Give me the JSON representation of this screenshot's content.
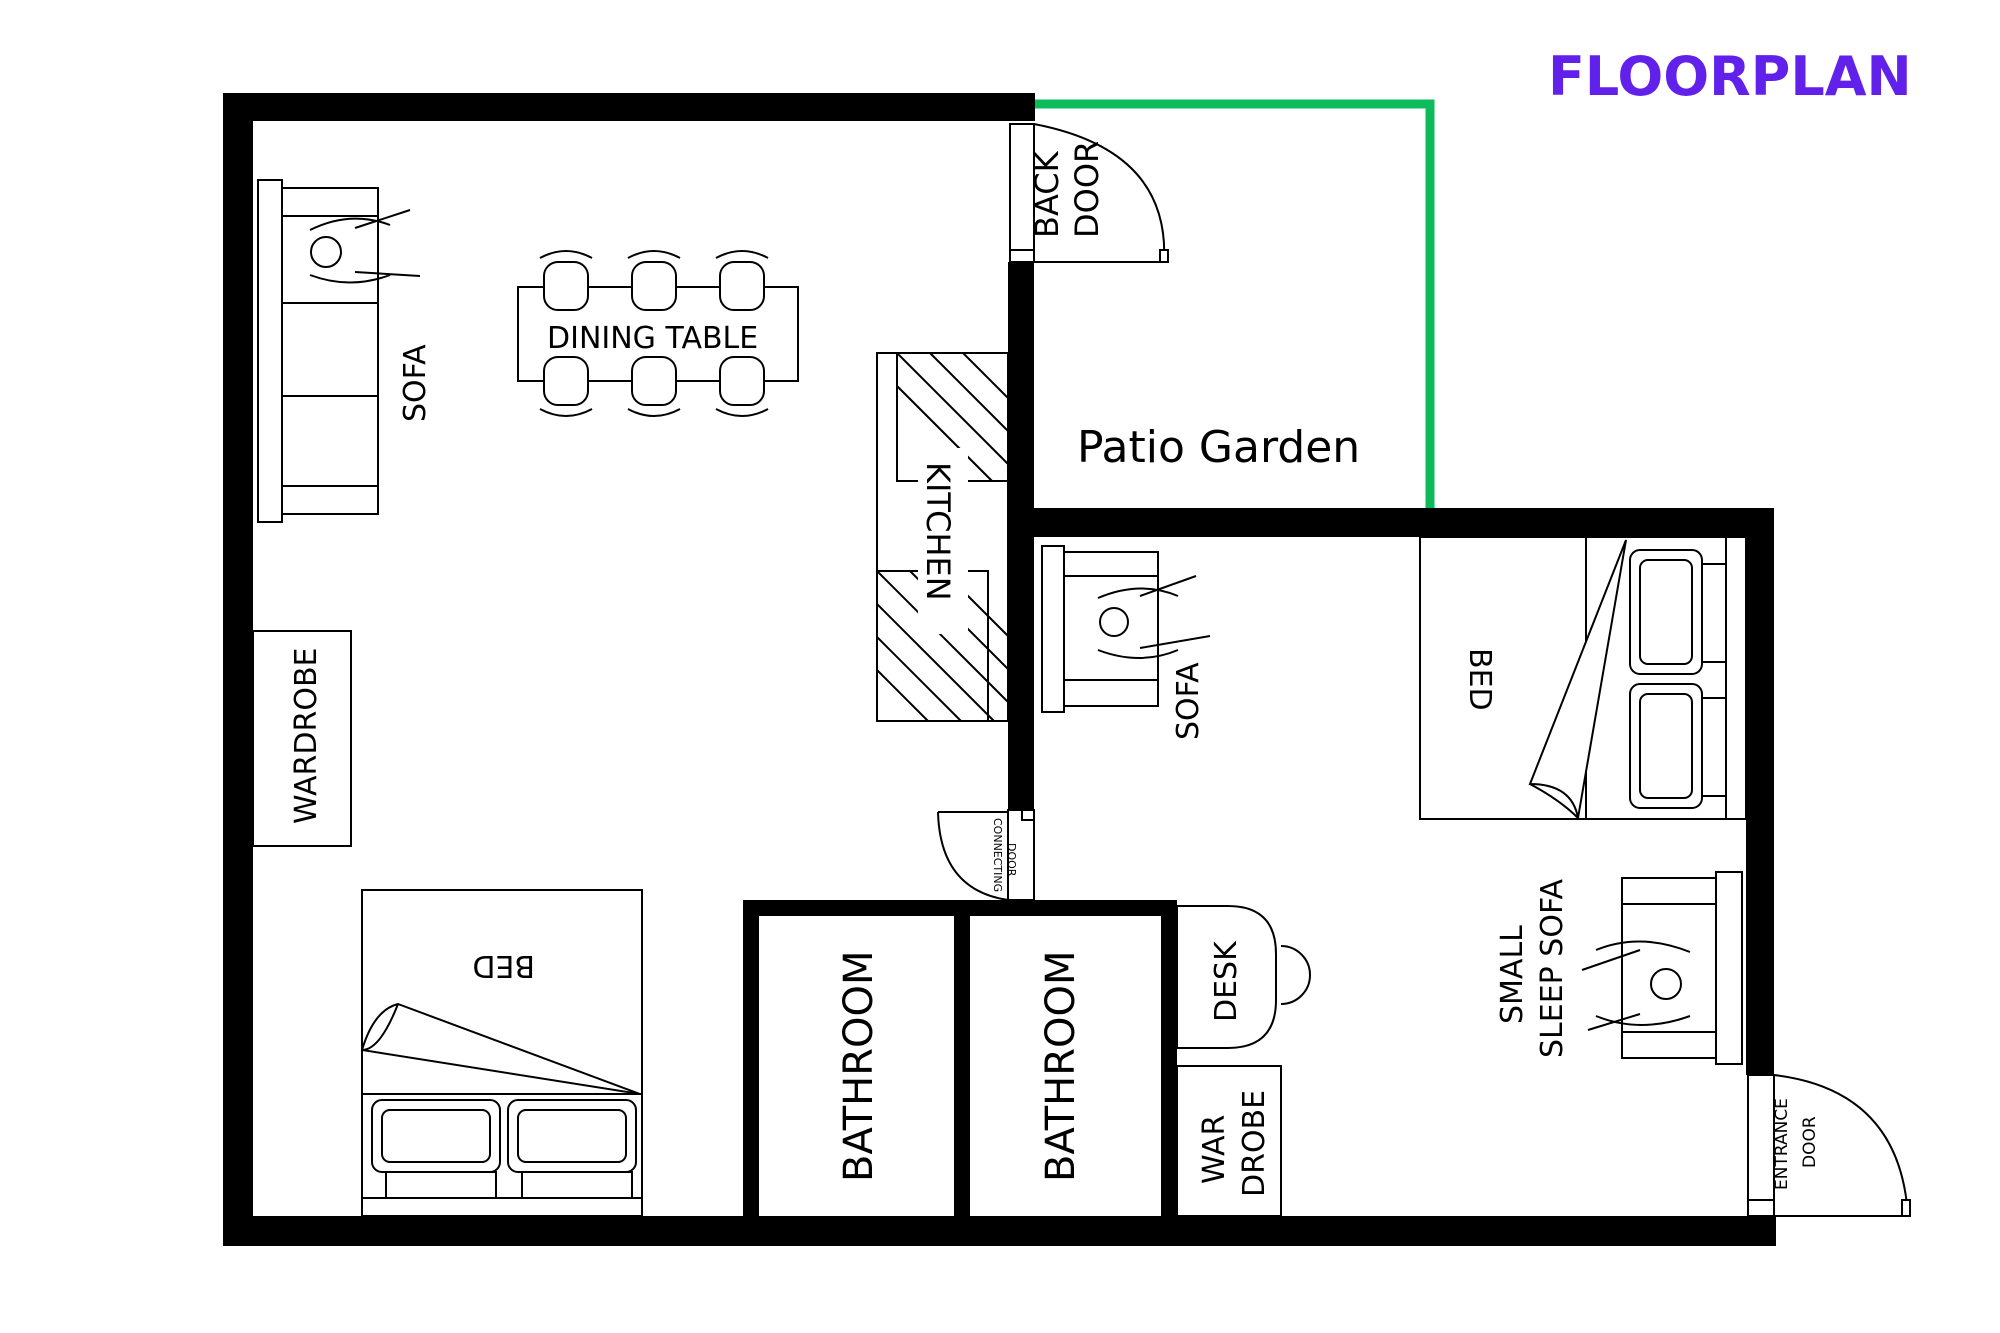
{
  "title": "FLOORPLAN",
  "colors": {
    "title": "#6221ea",
    "garden": "#0dbb5a",
    "walls": "#000000",
    "background": "#ffffff"
  },
  "garden": {
    "label": "Patio Garden"
  },
  "labels": {
    "back_door": "BACK",
    "back_door_2": "DOOR",
    "dining_table": "DINING TABLE",
    "sofa_left": "SOFA",
    "kitchen": "KITCHEN",
    "wardrobe": "WARDROBE",
    "bed_left": "BED",
    "connecting_door": "CONNECTING",
    "connecting_door_2": "DOOR",
    "bathroom_1": "BATHROOM",
    "bathroom_2": "BATHROOM",
    "desk": "DESK",
    "war_drobe_1": "WAR",
    "war_drobe_2": "DROBE",
    "sofa_right": "SOFA",
    "bed_right": "BED",
    "small_sleep_sofa_1": "SMALL",
    "small_sleep_sofa_2": "SLEEP SOFA",
    "entrance_door": "ENTRANCE",
    "entrance_door_2": "DOOR"
  },
  "icons": [
    "door-swing-icon",
    "chair-icon",
    "person-icon",
    "pillow-icon",
    "bed-sheet-icon"
  ]
}
